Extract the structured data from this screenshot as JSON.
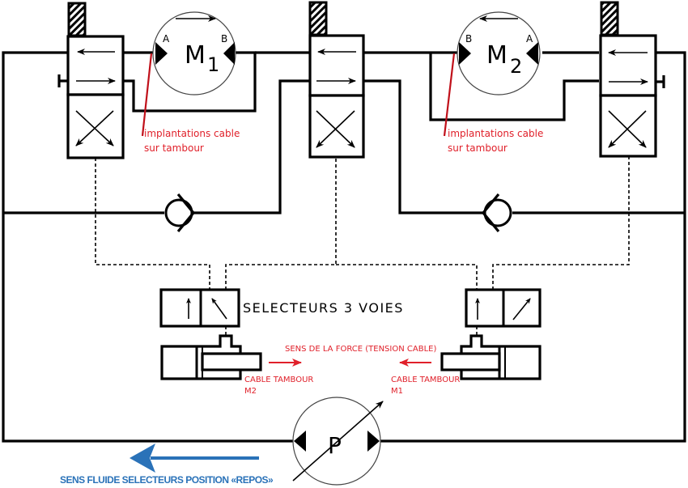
{
  "diagram": {
    "type": "hydraulic-schematic",
    "motors": [
      {
        "id": "M1",
        "label": "M",
        "subscript": "1",
        "port_left": "A",
        "port_right": "B",
        "flow_arrow": "right"
      },
      {
        "id": "M2",
        "label": "M",
        "subscript": "2",
        "port_left": "B",
        "port_right": "A",
        "flow_arrow": "left"
      }
    ],
    "pump": {
      "label": "P",
      "variable": true
    },
    "annotations": {
      "cable_implant_1_line1": "implantations cable",
      "cable_implant_1_line2": "sur tambour",
      "cable_implant_2_line1": "implantations cable",
      "cable_implant_2_line2": "sur tambour",
      "selectors_title": "SELECTEURS 3 VOIES",
      "force_direction": "SENS DE LA FORCE (TENSION CABLE)",
      "cable_left_line1": "CABLE TAMBOUR",
      "cable_left_line2": "M2",
      "cable_right_line1": "CABLE TAMBOUR",
      "cable_right_line2": "M1",
      "fluid_direction": "SENS FLUIDE SELECTEURS POSITION «REPOS»"
    },
    "components": {
      "directional_valves": 3,
      "check_valves": 2,
      "three_way_selectors": 2,
      "cylinders": 2
    },
    "colors": {
      "line": "#000000",
      "annotation_red": "#e0202a",
      "flow_blue": "#2a72b8"
    }
  }
}
